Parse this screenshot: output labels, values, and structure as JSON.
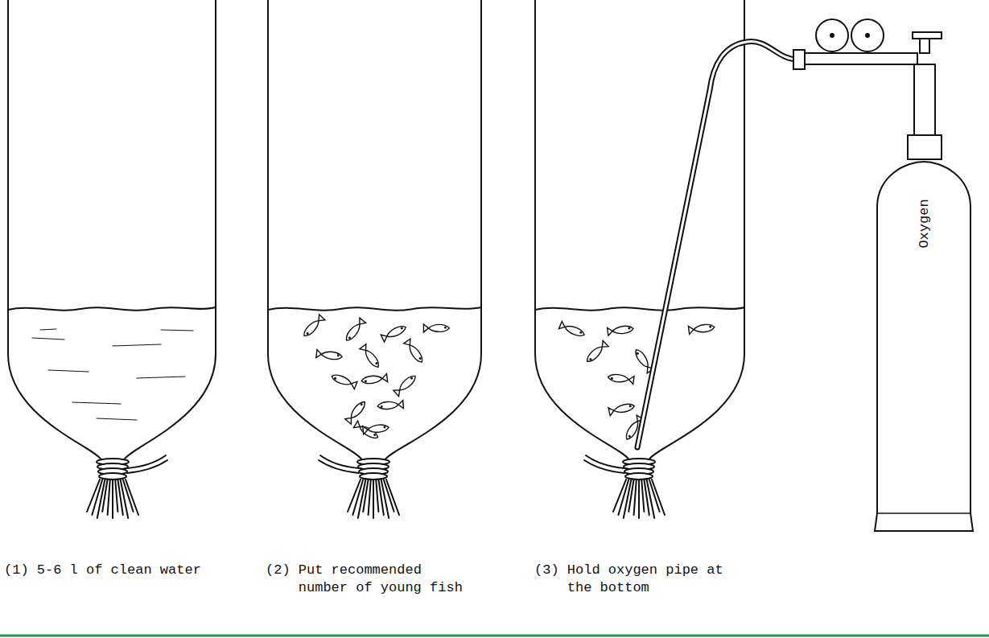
{
  "diagram": {
    "nodes": [
      {
        "text": [
          "Oxygen"
        ]
      }
    ],
    "labels": [
      "(1) 5-6 l of clean water",
      "(2) Put recommended number of young fish",
      "(3) Hold oxygen pipe at the bottom"
    ]
  }
}
